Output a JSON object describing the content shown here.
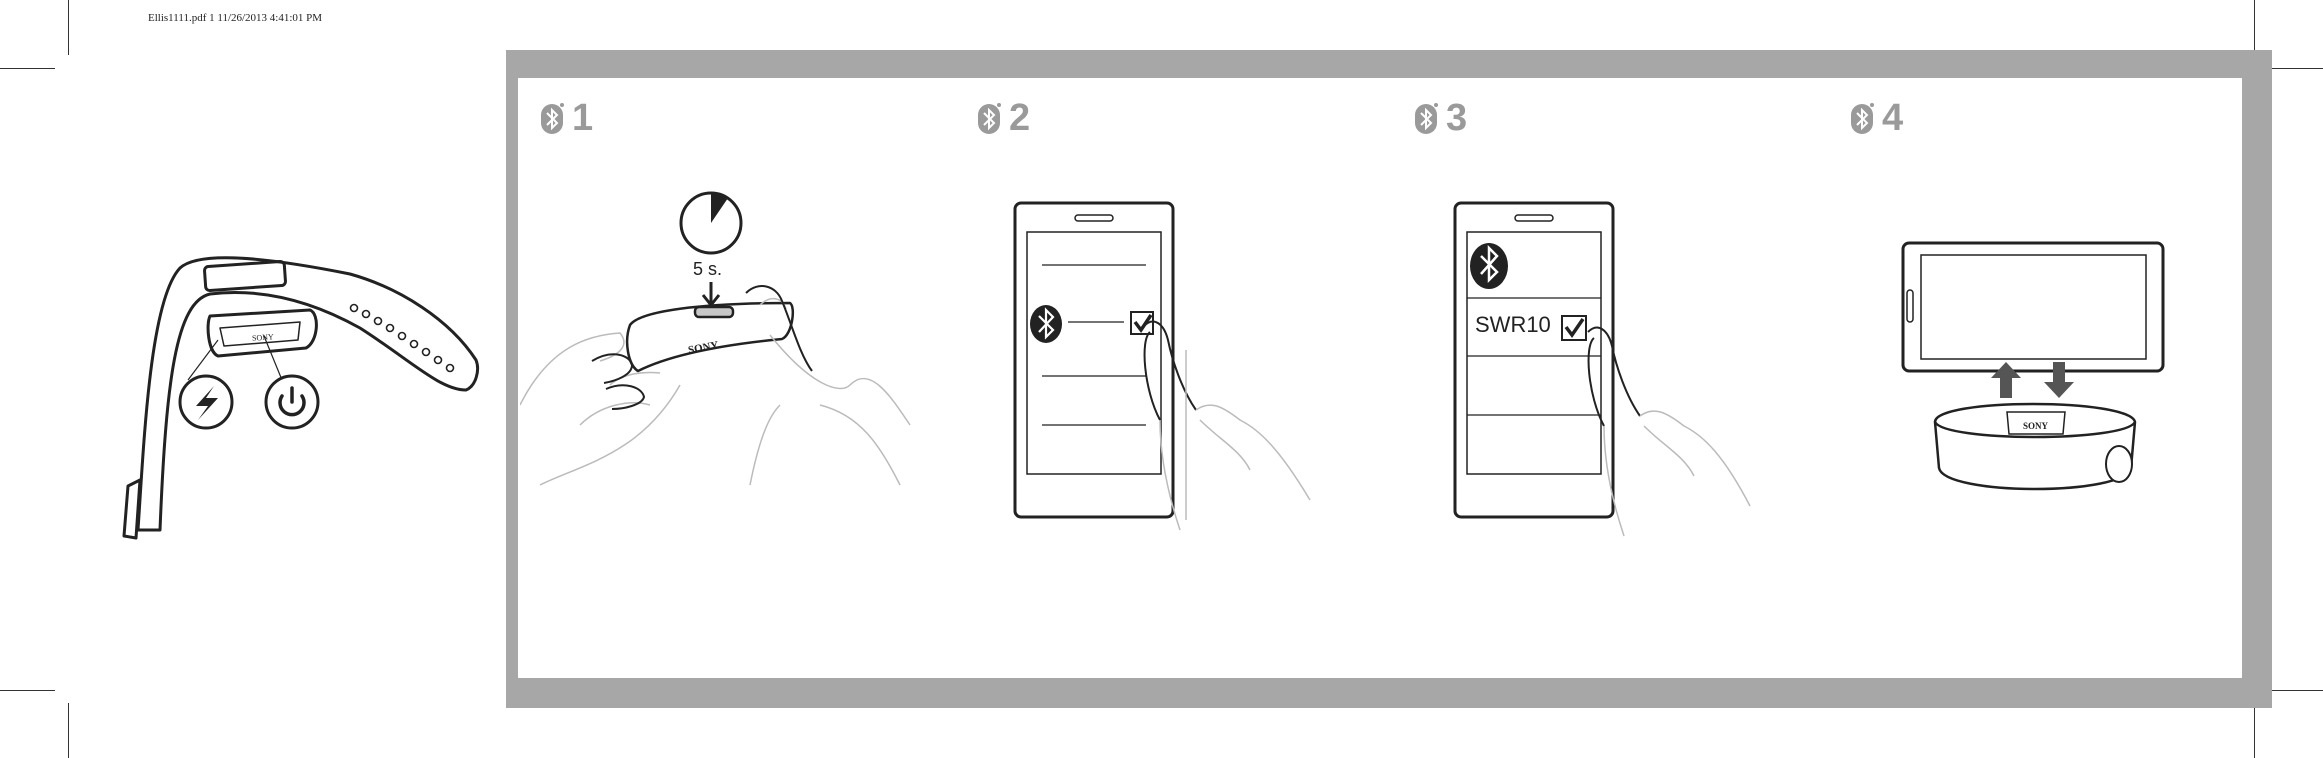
{
  "header": {
    "file_info": "Ellis1111.pdf   1   11/26/2013   4:41:01 PM"
  },
  "steps": [
    {
      "number": "1",
      "icon": "bluetooth-icon"
    },
    {
      "number": "2",
      "icon": "bluetooth-icon"
    },
    {
      "number": "3",
      "icon": "bluetooth-icon"
    },
    {
      "number": "4",
      "icon": "bluetooth-icon"
    }
  ],
  "step1": {
    "timer_label": "5 s.",
    "brand": "SONY"
  },
  "step3": {
    "device_name": "SWR10"
  },
  "step4": {
    "brand": "SONY"
  },
  "overview": {
    "brand": "SONY",
    "icons": [
      "charge-icon",
      "power-icon"
    ]
  },
  "colors": {
    "frame": "#a7a7a7",
    "step_number": "#9a9a9a",
    "line_art": "#222222"
  }
}
